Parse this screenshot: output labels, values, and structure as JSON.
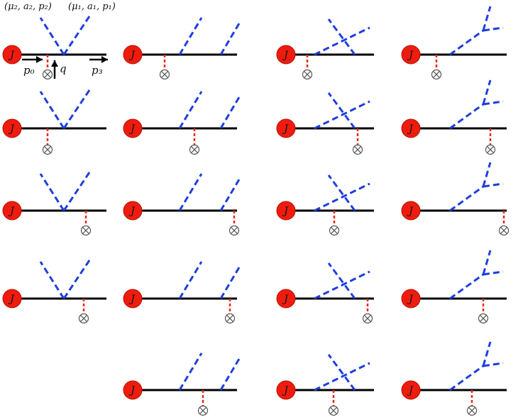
{
  "source_label": "J",
  "vertex_symbol": "⊗",
  "labels": {
    "gluon_2": "(μ₂, a₂, p₂)",
    "gluon_1": "(μ₁, a₁, p₁)",
    "p0": "p₀",
    "q": "q",
    "p3": "p₃"
  },
  "colors": {
    "source_fill": "#ee1c0e",
    "source_stroke": "#b81006",
    "quark_line": "#000000",
    "gluon": "#1f3ee0",
    "insertion": "#e8281a",
    "arrow": "#000000"
  },
  "grid": {
    "rows": 5,
    "columns": 4,
    "column_topologies": [
      "v-shape",
      "two-separate",
      "crossed",
      "three-gluon-vertex"
    ],
    "row_1_to_4_all_columns": true,
    "row_5_columns": [
      2,
      3,
      4
    ]
  }
}
